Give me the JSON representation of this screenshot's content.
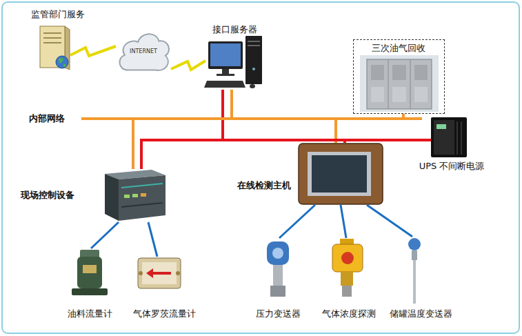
{
  "diagram": {
    "nodes": [
      {
        "text": [
          "监管部门服务"
        ]
      },
      {
        "text": [
          "INTERNET"
        ]
      },
      {
        "text": [
          "接口服务器"
        ]
      },
      {
        "text": [
          "内部网络"
        ]
      },
      {
        "text": [
          "三次油气回收"
        ]
      },
      {
        "text": [
          "UPS 不间断电源"
        ]
      },
      {
        "text": [
          "现场控制设备"
        ]
      },
      {
        "text": [
          "在线检测主机"
        ]
      },
      {
        "text": [
          "油料流量计"
        ]
      },
      {
        "text": [
          "气体罗茨流量计"
        ]
      },
      {
        "text": [
          "压力变送器"
        ]
      },
      {
        "text": [
          "气体浓度探测"
        ]
      },
      {
        "text": [
          "储罐温度变送器"
        ]
      }
    ],
    "edges": [
      {
        "from": 0,
        "to": 1,
        "arrow": "none"
      },
      {
        "from": 1,
        "to": 2,
        "arrow": "none"
      },
      {
        "from": 2,
        "to": 3,
        "arrow": "none"
      },
      {
        "from": 4,
        "to": 3,
        "arrow": "none"
      },
      {
        "from": 6,
        "to": 3,
        "arrow": "none"
      },
      {
        "from": 7,
        "to": 3,
        "arrow": "none"
      },
      {
        "from": 5,
        "to": 2,
        "arrow": "none"
      },
      {
        "from": 5,
        "to": 6,
        "arrow": "none"
      },
      {
        "from": 5,
        "to": 7,
        "arrow": "none"
      },
      {
        "from": 6,
        "to": 8,
        "arrow": "none"
      },
      {
        "from": 6,
        "to": 9,
        "arrow": "none"
      },
      {
        "from": 7,
        "to": 10,
        "arrow": "none"
      },
      {
        "from": 7,
        "to": 11,
        "arrow": "none"
      },
      {
        "from": 7,
        "to": 12,
        "arrow": "none"
      }
    ]
  }
}
